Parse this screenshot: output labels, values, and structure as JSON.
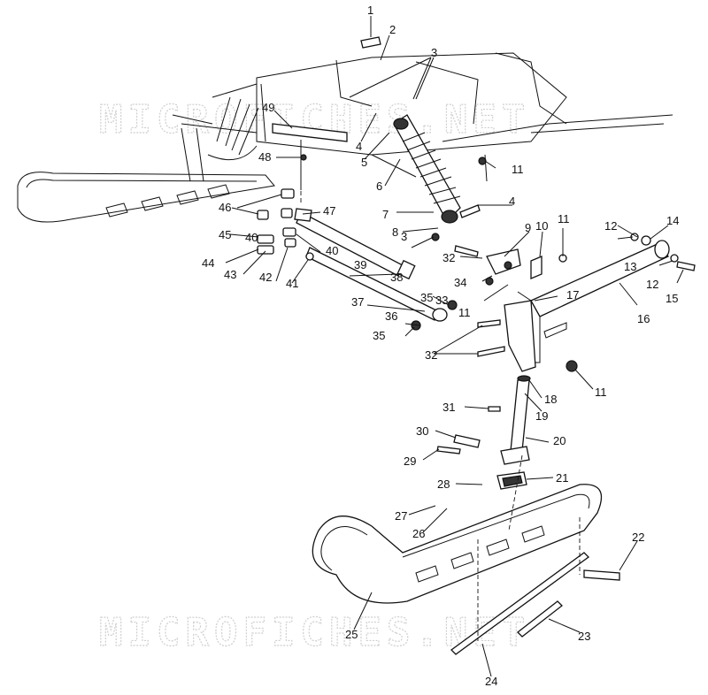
{
  "watermark": "MICROFICHES.NET",
  "callouts": [
    "1",
    "2",
    "3",
    "3",
    "4",
    "4",
    "5",
    "6",
    "7",
    "8",
    "9",
    "10",
    "11",
    "11",
    "11",
    "11",
    "12",
    "12",
    "13",
    "14",
    "15",
    "16",
    "17",
    "18",
    "19",
    "20",
    "21",
    "22",
    "23",
    "24",
    "25",
    "26",
    "27",
    "28",
    "29",
    "30",
    "31",
    "32",
    "32",
    "33",
    "34",
    "35",
    "35",
    "36",
    "37",
    "38",
    "39",
    "40",
    "40",
    "41",
    "42",
    "43",
    "44",
    "45",
    "46",
    "47",
    "48",
    "49"
  ]
}
